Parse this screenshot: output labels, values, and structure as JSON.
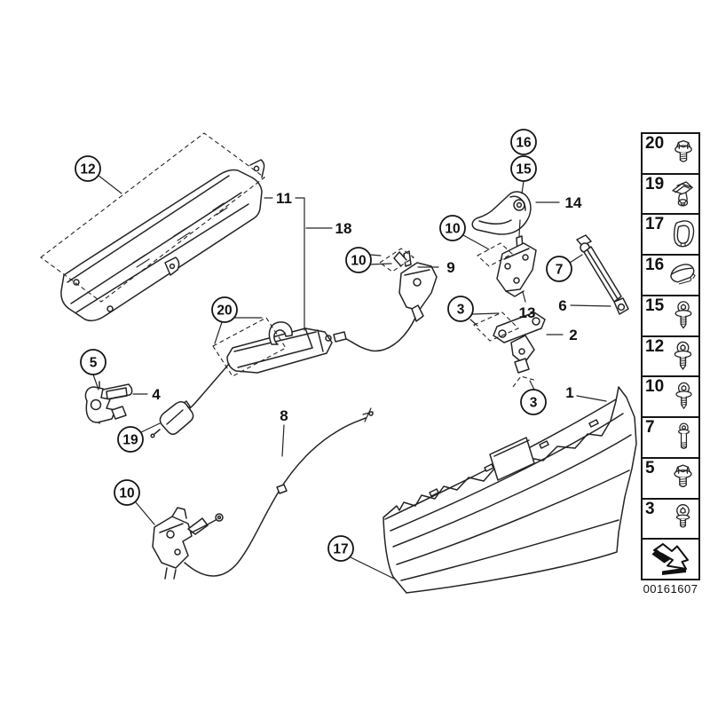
{
  "colors": {
    "line": "#242424",
    "background": "#ffffff",
    "text": "#111111"
  },
  "diagram": {
    "image_id": "00161607",
    "circled_callouts": [
      "12",
      "16",
      "15",
      "10",
      "10",
      "7",
      "3",
      "20",
      "5",
      "19",
      "10",
      "3",
      "17"
    ],
    "plain_callouts": [
      "11",
      "18",
      "14",
      "9",
      "13",
      "6",
      "2",
      "4",
      "8",
      "1"
    ]
  },
  "legend": {
    "items": [
      {
        "number": "20",
        "icon": "hex-flange-bolt-icon"
      },
      {
        "number": "19",
        "icon": "expanding-rivet-clip-icon"
      },
      {
        "number": "17",
        "icon": "grommet-cover-icon"
      },
      {
        "number": "16",
        "icon": "cover-cap-icon"
      },
      {
        "number": "15",
        "icon": "washer-head-screw-icon"
      },
      {
        "number": "12",
        "icon": "washer-head-screw-icon"
      },
      {
        "number": "10",
        "icon": "washer-head-screw-icon"
      },
      {
        "number": "7",
        "icon": "shoulder-stud-icon"
      },
      {
        "number": "5",
        "icon": "hex-flange-bolt-icon"
      },
      {
        "number": "3",
        "icon": "pan-head-screw-icon"
      }
    ],
    "direction_arrow_icon": "direction-arrow-icon"
  }
}
